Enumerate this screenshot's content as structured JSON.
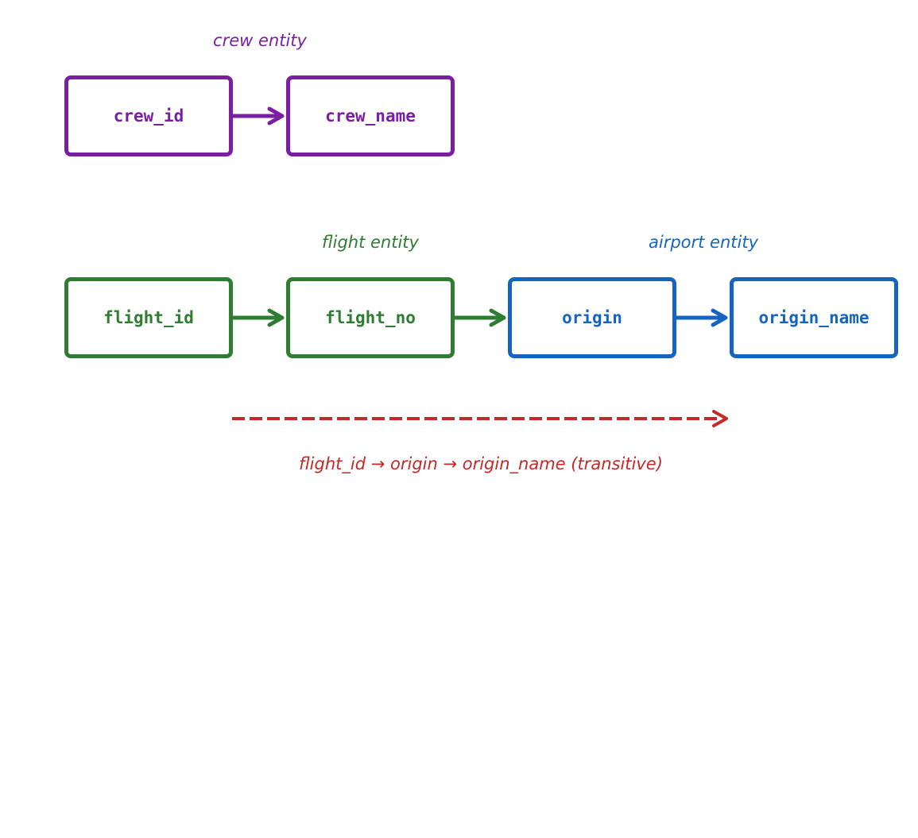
{
  "colors": {
    "crew": "#7b1fa2",
    "flight": "#2e7d32",
    "airport": "#1565c0",
    "transitive": "#c62828"
  },
  "entities": {
    "crew": "crew entity",
    "flight": "flight entity",
    "airport": "airport entity"
  },
  "attributes": {
    "crew_id": "crew_id",
    "crew_name": "crew_name",
    "flight_id": "flight_id",
    "flight_no": "flight_no",
    "origin": "origin",
    "origin_name": "origin_name"
  },
  "dependencies": [
    {
      "from": "crew_id",
      "to": "crew_name"
    },
    {
      "from": "flight_id",
      "to": "flight_no"
    },
    {
      "from": "flight_no",
      "to": "origin"
    },
    {
      "from": "origin",
      "to": "origin_name"
    }
  ],
  "transitive_note": "flight_id → origin → origin_name (transitive)"
}
